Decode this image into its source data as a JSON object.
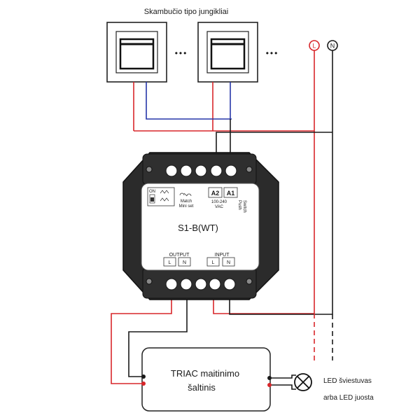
{
  "title": "Skambučio tipo jungikliai",
  "ellipsis": "•••",
  "terminals": {
    "live": "L",
    "neutral": "N"
  },
  "controller": {
    "model": "S1-B(WT)",
    "a2": "A2",
    "a1": "A1",
    "on": "ON",
    "match_line1": "Match",
    "match_line2": "Mini set",
    "voltage_line1": "100-240",
    "voltage_line2": "VAC",
    "push_line1": "Push",
    "push_line2": "Switch",
    "output_label": "OUTPUT",
    "input_label": "INPUT",
    "output_l": "L",
    "output_n": "N",
    "input_l": "L",
    "input_n": "N"
  },
  "power_supply": {
    "line1": "TRIAC maitinimo",
    "line2": "šaltinis"
  },
  "led": {
    "line1": "LED šviestuvas",
    "line2": "arba LED juosta"
  },
  "colors": {
    "red": "#d8262a",
    "blue": "#2535a8",
    "black": "#1a1a1a",
    "device": "#2b2b2b"
  }
}
